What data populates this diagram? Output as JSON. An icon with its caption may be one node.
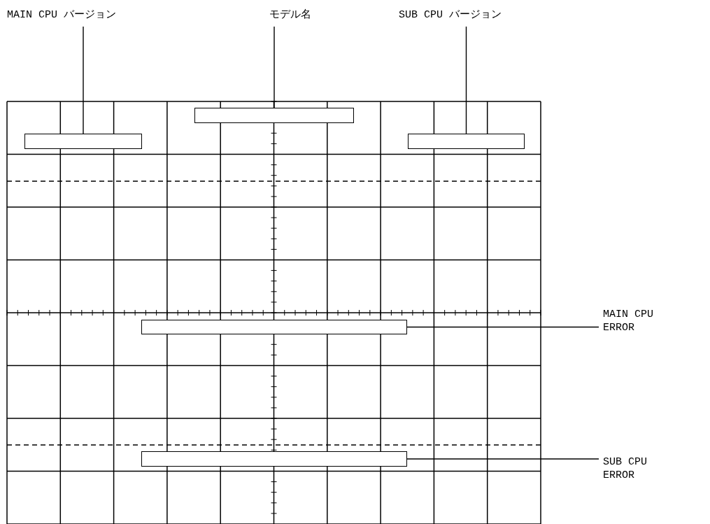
{
  "diagram": {
    "nodes": [
      {
        "text": [
          "MAIN CPU バージョン"
        ]
      },
      {
        "text": [
          "モデル名"
        ]
      },
      {
        "text": [
          "SUB CPU バージョン"
        ]
      },
      {
        "text": [],
        "shape": "box"
      },
      {
        "text": [],
        "shape": "box"
      },
      {
        "text": [],
        "shape": "box"
      },
      {
        "text": [],
        "shape": "box"
      },
      {
        "text": [
          "MAIN CPU ERROR"
        ]
      },
      {
        "text": [],
        "shape": "box"
      },
      {
        "text": [
          "SUB CPU ERROR"
        ]
      }
    ],
    "edges": [
      {
        "from": 0,
        "to": 4,
        "arrow": "none"
      },
      {
        "from": 1,
        "to": 3,
        "arrow": "none"
      },
      {
        "from": 2,
        "to": 5,
        "arrow": "none"
      },
      {
        "from": 7,
        "to": 6,
        "arrow": "none"
      },
      {
        "from": 9,
        "to": 8,
        "arrow": "none"
      }
    ]
  }
}
